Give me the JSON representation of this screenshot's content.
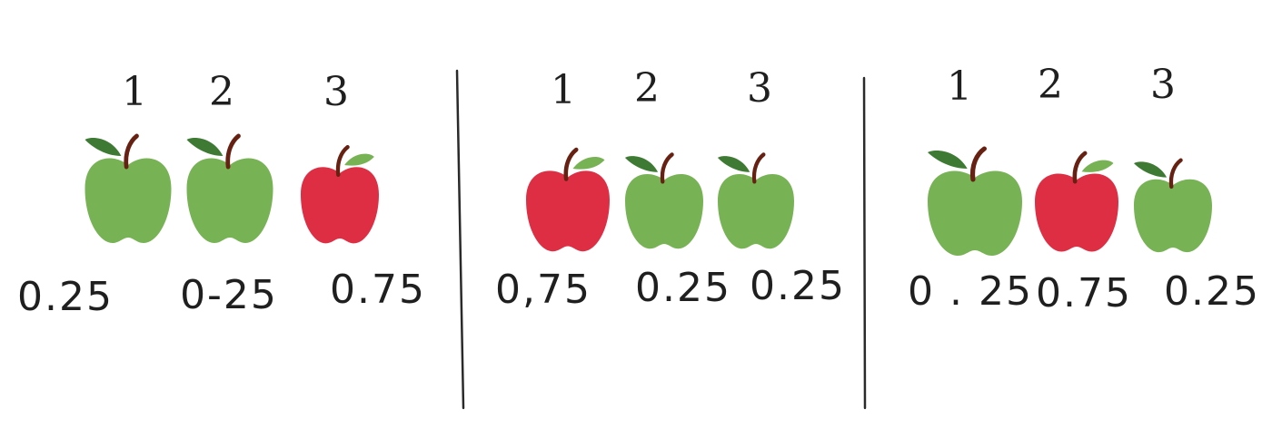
{
  "colors": {
    "green_apple": "#77B255",
    "red_apple": "#DD2E44",
    "dark_leaf": "#3E7A33",
    "light_leaf": "#77B255",
    "stem": "#662113",
    "ink": "#1f1f1f"
  },
  "panels": [
    {
      "labels": [
        "1",
        "2",
        "3"
      ],
      "apples": [
        "green",
        "green",
        "red"
      ],
      "values": [
        "0.25",
        "0-25",
        "0.75"
      ]
    },
    {
      "labels": [
        "1",
        "2",
        "3"
      ],
      "apples": [
        "red",
        "green",
        "green"
      ],
      "values": [
        "0,75",
        "0.25",
        "0.25"
      ]
    },
    {
      "labels": [
        "1",
        "2",
        "3"
      ],
      "apples": [
        "green",
        "red",
        "green"
      ],
      "values": [
        "0 . 25",
        "0.75",
        "0.25"
      ]
    }
  ]
}
